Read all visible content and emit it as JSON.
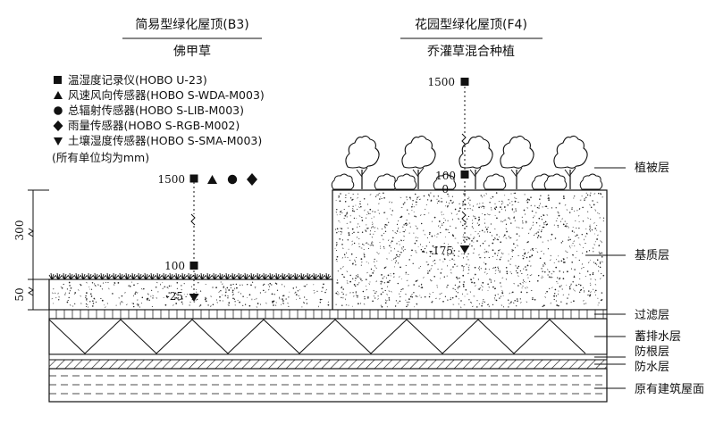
{
  "headers": {
    "left": {
      "title": "简易型绿化屋顶(B3)",
      "subtitle": "佛甲草"
    },
    "right": {
      "title": "花园型绿化屋顶(F4)",
      "subtitle": "乔灌草混合种植"
    }
  },
  "legend": {
    "items": [
      {
        "shape": "square",
        "label": "温湿度记录仪(HOBO U-23)"
      },
      {
        "shape": "triangle-up",
        "label": "风速风向传感器(HOBO S-WDA-M003)"
      },
      {
        "shape": "circle",
        "label": "总辐射传感器(HOBO S-LIB-M003)"
      },
      {
        "shape": "diamond",
        "label": "雨量传感器(HOBO S-RGB-M002)"
      },
      {
        "shape": "triangle-down",
        "label": "土壤湿度传感器(HOBO S-SMA-M003)"
      }
    ],
    "unit_note": "(所有单位均为mm)"
  },
  "dimensions": {
    "upper": "300",
    "lower": "50"
  },
  "left_sensors": {
    "top": "1500",
    "mid": "100",
    "bottom": "-25"
  },
  "right_sensors": {
    "top": "1500",
    "mid": "100",
    "zero": "0",
    "bottom": "-175"
  },
  "layers": {
    "vegetation": "植被层",
    "substrate": "基质层",
    "filter": "过滤层",
    "drainage": "蓄排水层",
    "root_barrier": "防根层",
    "waterproof": "防水层",
    "roof": "原有建筑屋面"
  },
  "colors": {
    "ink": "#111111",
    "fill": "#ffffff"
  }
}
